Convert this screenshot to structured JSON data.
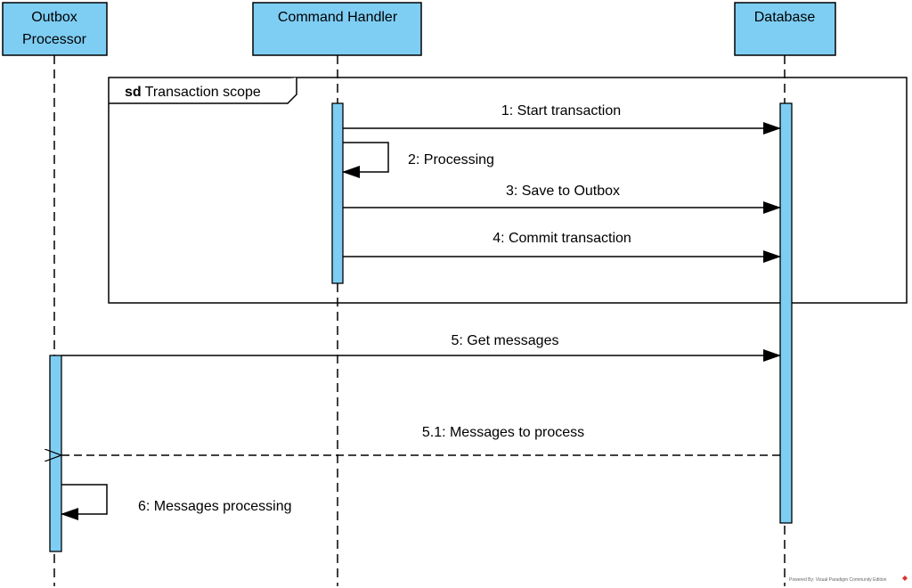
{
  "diagram": {
    "type": "sequence",
    "colors": {
      "participant_fill": "#7ecef4",
      "activation_fill": "#7ecef4",
      "line": "#000000",
      "frame": "#000000"
    },
    "participants": [
      {
        "id": "outbox",
        "lines": [
          "Outbox",
          "Processor"
        ]
      },
      {
        "id": "handler",
        "lines": [
          "Command Handler"
        ]
      },
      {
        "id": "database",
        "lines": [
          "Database"
        ]
      }
    ],
    "frame": {
      "keyword": "sd",
      "title": "Transaction scope"
    },
    "messages": [
      {
        "label": "1: Start transaction",
        "from": "handler",
        "to": "database",
        "kind": "sync"
      },
      {
        "label": "2: Processing",
        "from": "handler",
        "to": "handler",
        "kind": "self"
      },
      {
        "label": "3: Save to Outbox",
        "from": "handler",
        "to": "database",
        "kind": "sync"
      },
      {
        "label": "4: Commit transaction",
        "from": "handler",
        "to": "database",
        "kind": "sync"
      },
      {
        "label": "5: Get messages",
        "from": "outbox",
        "to": "database",
        "kind": "sync"
      },
      {
        "label": "5.1: Messages to process",
        "from": "database",
        "to": "outbox",
        "kind": "return"
      },
      {
        "label": "6: Messages processing",
        "from": "outbox",
        "to": "outbox",
        "kind": "self"
      }
    ],
    "watermark": "Powered By: Visual Paradigm Community Edition"
  }
}
